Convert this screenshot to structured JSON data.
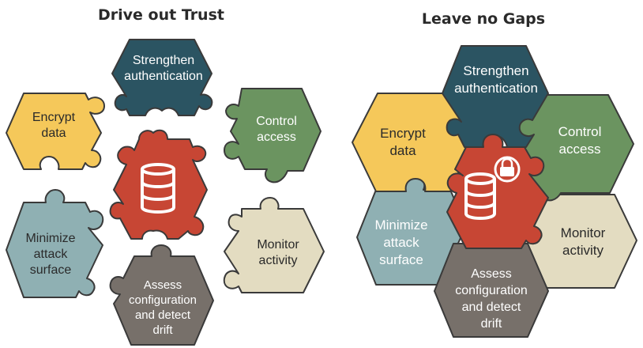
{
  "left_diagram": {
    "title": "Drive out Trust",
    "pieces": {
      "strengthen_authentication": [
        "Strengthen",
        "authentication"
      ],
      "encrypt_data": [
        "Encrypt",
        "data"
      ],
      "control_access": [
        "Control",
        "access"
      ],
      "minimize_attack_surface": [
        "Minimize",
        "attack",
        "surface"
      ],
      "monitor_activity": [
        "Monitor",
        "activity"
      ],
      "assess_configuration": [
        "Assess",
        "configuration",
        "and detect",
        "drift"
      ]
    },
    "center_icon": "database-icon"
  },
  "right_diagram": {
    "title": "Leave no Gaps",
    "pieces": {
      "strengthen_authentication": [
        "Strengthen",
        "authentication"
      ],
      "encrypt_data": [
        "Encrypt",
        "data"
      ],
      "control_access": [
        "Control",
        "access"
      ],
      "minimize_attack_surface": [
        "Minimize",
        "attack",
        "surface"
      ],
      "monitor_activity": [
        "Monitor",
        "activity"
      ],
      "assess_configuration": [
        "Assess",
        "configuration",
        "and detect",
        "drift"
      ]
    },
    "center_icon": "database-lock-icon"
  },
  "colors": {
    "strengthen_authentication": "#2b5462",
    "encrypt_data": "#f5c85a",
    "control_access": "#6b9460",
    "minimize_attack_surface": "#8fb0b3",
    "monitor_activity": "#e3dcc1",
    "assess_configuration": "#77706a",
    "center": "#c74634",
    "outline": "#3a3a3a",
    "light_text": "#ffffff",
    "dark_text": "#2a2a2a"
  }
}
